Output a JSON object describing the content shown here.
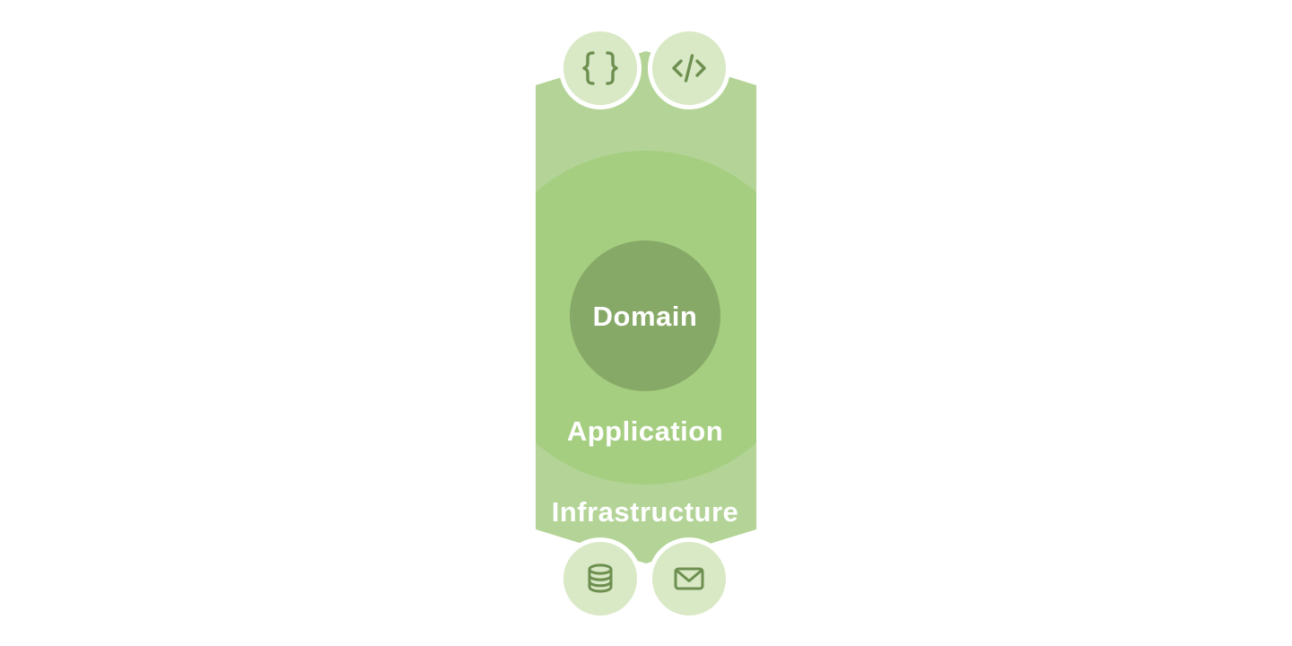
{
  "diagram": {
    "name": "layered-architecture-diagram",
    "layers": [
      {
        "id": "infrastructure",
        "label": "Infrastructure"
      },
      {
        "id": "application",
        "label": "Application"
      },
      {
        "id": "domain",
        "label": "Domain"
      }
    ],
    "badges": [
      {
        "position": "top-left",
        "icon": "braces-icon"
      },
      {
        "position": "top-right",
        "icon": "code-icon"
      },
      {
        "position": "bottom-left",
        "icon": "database-icon"
      },
      {
        "position": "bottom-right",
        "icon": "mail-icon"
      }
    ],
    "colors": {
      "background": "#ffffff",
      "infrastructure_fill": "#b3d496",
      "application_fill": "#a5ce81",
      "domain_fill": "#87a967",
      "badge_fill": "#d9e8c5",
      "badge_ring": "#ffffff",
      "icon_stroke": "#6d8f50",
      "label_text": "#ffffff"
    }
  }
}
